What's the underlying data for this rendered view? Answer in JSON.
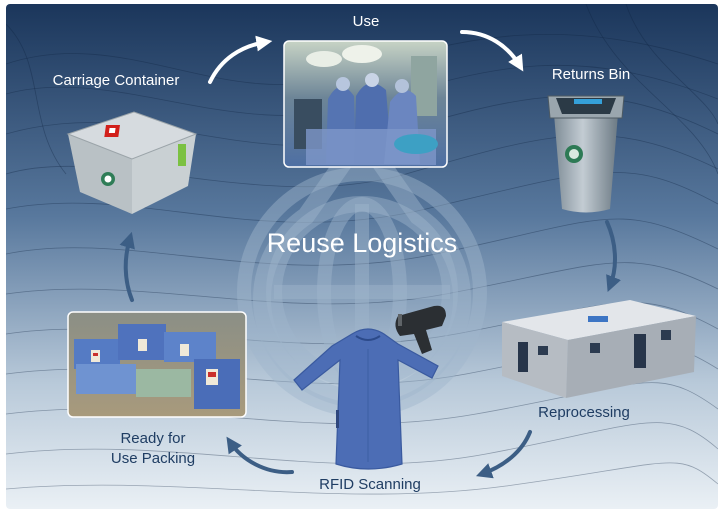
{
  "title": "Reuse Logistics",
  "stages": {
    "use": "Use",
    "returns_bin": "Returns Bin",
    "carriage_container": "Carriage Container",
    "reprocessing": "Reprocessing",
    "rfid_scanning": "RFID Scanning",
    "ready_line1": "Ready for",
    "ready_line2": "Use Packing"
  },
  "colors": {
    "background_top": "#1d3a60",
    "background_bottom": "#e6edf3",
    "arrow_white": "#ffffff",
    "arrow_blue": "#3c5e85",
    "label_dark": "#1f3d63"
  },
  "icons": [
    "globe-watermark-icon",
    "barcode-scanner-icon",
    "surgical-gown-icon",
    "cycle-arrows-icon"
  ]
}
